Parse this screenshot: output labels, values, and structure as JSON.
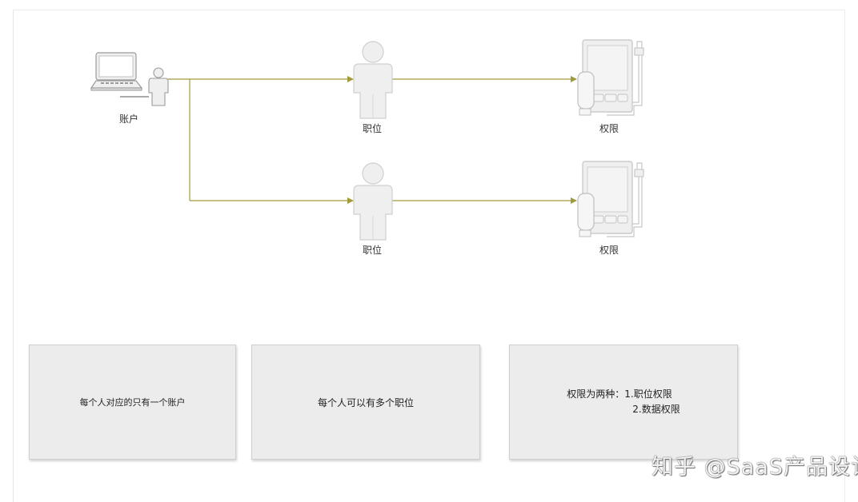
{
  "diagram": {
    "labels": {
      "account": "账户",
      "position_top": "职位",
      "position_bottom": "职位",
      "permission_top": "权限",
      "permission_bottom": "权限"
    },
    "notes": {
      "note1": "每个人对应的只有一个账户",
      "note2": "每个人可以有多个职位",
      "note3_line1": "权限为两种：1.职位权限",
      "note3_line2": "2.数据权限"
    },
    "icons": {
      "account": [
        "laptop-icon",
        "person-icon"
      ],
      "position": "person-icon",
      "permission": "tablet-device-icon"
    },
    "colors": {
      "connector": "#a09a3a",
      "icon_fill": "#efefef",
      "icon_stroke": "#b8b8b8",
      "note_fill": "#ececec"
    }
  },
  "watermark": "知乎 @SaaS产品设计"
}
